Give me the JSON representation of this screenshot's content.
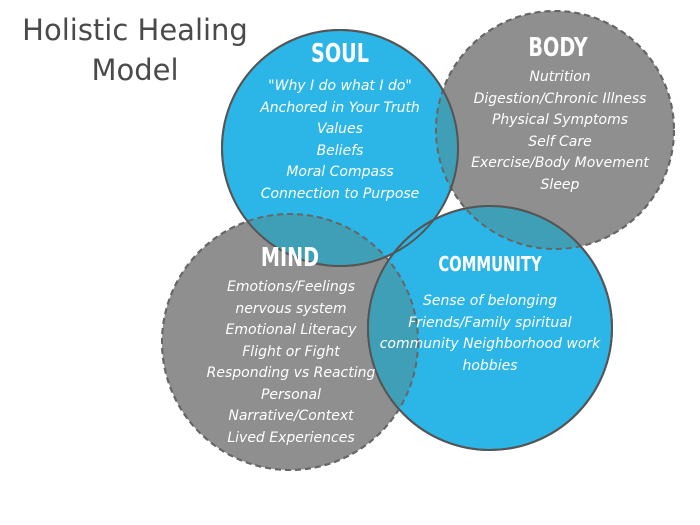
{
  "title": {
    "line1": "Holistic Healing",
    "line2": "Model"
  },
  "colors": {
    "blue": "#2cb6e8",
    "gray": "#8f8f8f",
    "overlap": "#3f9fb6",
    "dashed_outline": "#666666",
    "text": "#ffffff",
    "title_text": "#4a4a4a"
  },
  "circles": {
    "soul": {
      "heading": "SOUL",
      "items": [
        "\"Why I do what I do\"",
        "Anchored in Your Truth",
        "Values",
        "Beliefs",
        "Moral Compass",
        "Connection to Purpose"
      ]
    },
    "body": {
      "heading": "BODY",
      "items": [
        "Nutrition",
        "Digestion/Chronic Illness",
        "Physical Symptoms",
        "Self Care",
        "Exercise/Body Movement",
        "Sleep"
      ]
    },
    "mind": {
      "heading": "MIND",
      "items": [
        "Emotions/Feelings",
        "nervous system",
        "Emotional Literacy",
        "Flight or Fight",
        "Responding vs Reacting",
        "Personal",
        "Narrative/Context",
        "Lived Experiences"
      ]
    },
    "community": {
      "heading": "COMMUNITY",
      "text": "Sense of belonging Friends/Family spiritual community Neighborhood work hobbies"
    }
  }
}
